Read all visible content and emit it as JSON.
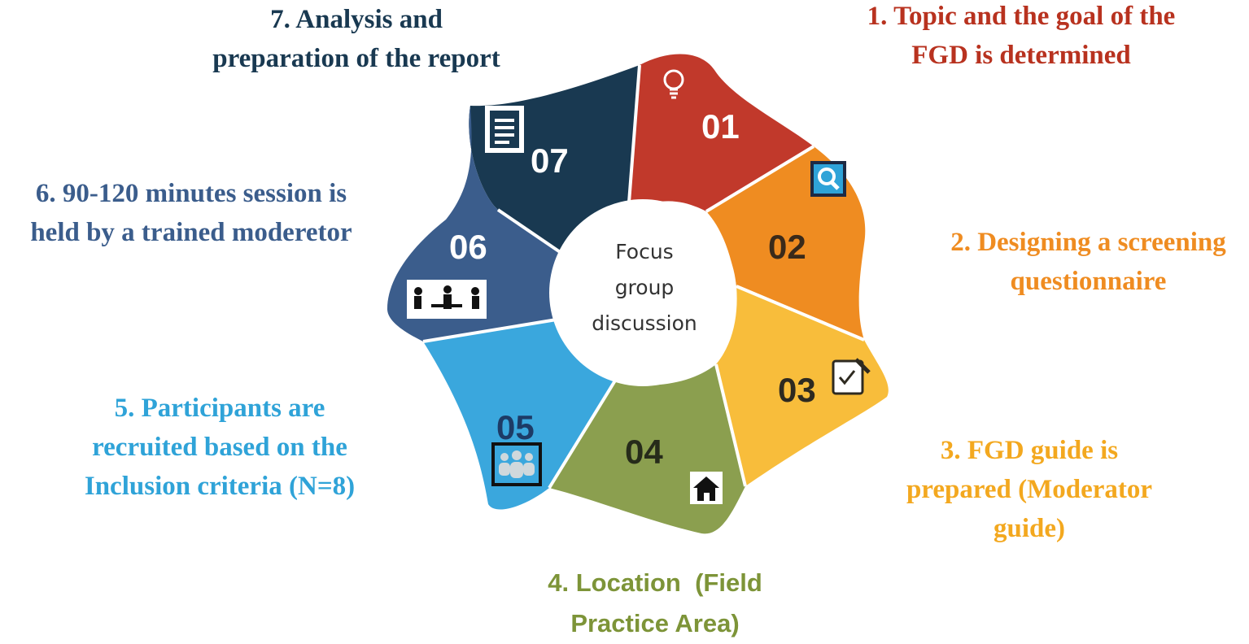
{
  "colors": {
    "s01": "#c1392b",
    "s02": "#ef8c21",
    "s03": "#f8bd3b",
    "s04": "#8b9f4f",
    "s05": "#3aa7dd",
    "s06": "#3b5d8c",
    "s07": "#193951"
  },
  "center": {
    "line1": "Focus",
    "line2": "group",
    "line3": "discussion"
  },
  "segments": [
    {
      "number": "01",
      "icon": "lightbulb-icon"
    },
    {
      "number": "02",
      "icon": "search-icon"
    },
    {
      "number": "03",
      "icon": "checklist-icon"
    },
    {
      "number": "04",
      "icon": "house-icon"
    },
    {
      "number": "05",
      "icon": "group-icon"
    },
    {
      "number": "06",
      "icon": "meeting-icon"
    },
    {
      "number": "07",
      "icon": "document-icon"
    }
  ],
  "labels": {
    "l1": "1. Topic and the goal of the\nFGD is determined",
    "l2": "2. Designing a screening\nquestionnaire",
    "l3": "3. FGD guide is\nprepared (Moderator\nguide)",
    "l4": "4. Location  (Field\nPractice Area)",
    "l5": "5. Participants are\nrecruited based on the\nInclusion criteria (N=8)",
    "l6": "6. 90-120 minutes session is\nheld by a trained moderetor",
    "l7": "7. Analysis and\npreparation of the report"
  }
}
